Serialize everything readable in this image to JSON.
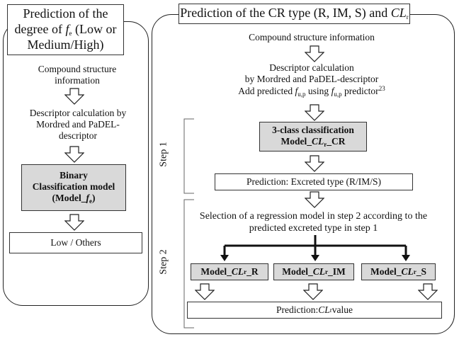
{
  "left": {
    "title": {
      "pre": "Prediction of the degree of ",
      "f": "f",
      "sub": "e",
      "post": " (Low or Medium/High)"
    },
    "compound": "Compound structure information",
    "descriptor": "Descriptor calculation by Mordred and PaDEL-descriptor",
    "model": {
      "line1": "Binary",
      "line2": "Classification model",
      "line3_pre": "(Model_",
      "f": "f",
      "sub": "e",
      "line3_post": ")"
    },
    "output": "Low / Others"
  },
  "right": {
    "title": {
      "pre": "Prediction of the CR type (R, IM, S) and ",
      "cl": "CL",
      "sub": "r"
    },
    "compound": "Compound structure information",
    "descriptor_line1": "Descriptor calculation",
    "descriptor_line2": "by Mordred and PaDEL-descriptor",
    "descriptor_line3": {
      "pre": "Add predicted ",
      "f": "f",
      "sub": "u,p",
      "mid": " using ",
      "f2": "f",
      "sub2": "u,p",
      "post": " predictor",
      "sup": "23"
    },
    "step1_label": "Step 1",
    "step2_label": "Step 2",
    "class_model": {
      "line1": "3-class classification",
      "line2_pre": "Model_",
      "cl": "CL",
      "sub": "r",
      "line2_post": "_CR"
    },
    "prediction_type": "Prediction: Excreted type (R/IM/S)",
    "selection": "Selection of a regression model in step 2 according to the predicted excreted type in step 1",
    "models": [
      {
        "pre": "Model_",
        "cl": "CL",
        "sub": "r",
        "post": "_R"
      },
      {
        "pre": "Model_",
        "cl": "CL",
        "sub": "r",
        "post": "_IM"
      },
      {
        "pre": "Model_",
        "cl": "CL",
        "sub": "r",
        "post": "_S"
      }
    ],
    "final": {
      "pre": "Prediction: ",
      "cl": "CL",
      "sub": "r",
      "post": " value"
    }
  }
}
